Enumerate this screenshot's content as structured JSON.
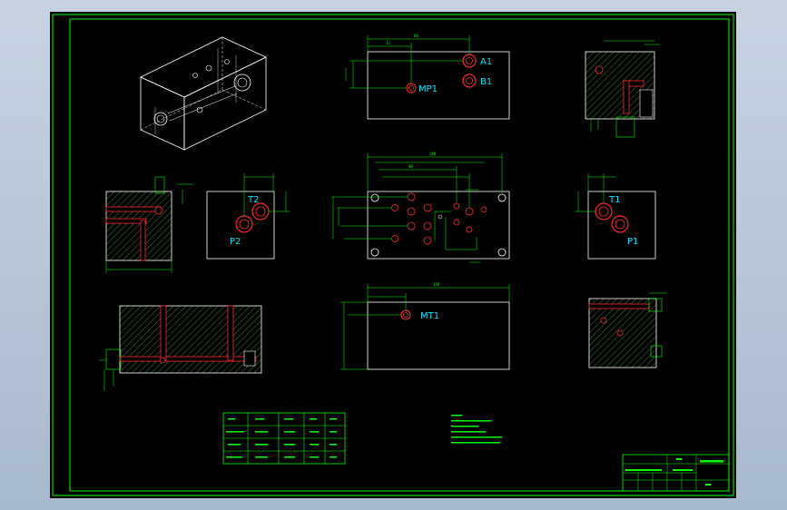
{
  "canvas": {
    "background": "#000000",
    "frame_color": "#00ff00",
    "part_color": "#ffffff",
    "label_color": "#00e5ff",
    "hole_color": "#ff2b2b"
  },
  "port_labels": {
    "a1": "A1",
    "b1": "B1",
    "mp1": "MP1",
    "t2": "T2",
    "p2": "P2",
    "t1": "T1",
    "p1": "P1",
    "mt1": "MT1"
  },
  "table": {
    "rows": [
      [
        "",
        "",
        "",
        "",
        ""
      ],
      [
        "",
        "",
        "",
        "",
        ""
      ],
      [
        "",
        "",
        "",
        "",
        ""
      ],
      [
        "",
        "",
        "",
        "",
        ""
      ]
    ]
  },
  "notes": {
    "lines": [
      "",
      "",
      "",
      "",
      "",
      ""
    ]
  },
  "title_block": {
    "title": "",
    "scale": ""
  }
}
